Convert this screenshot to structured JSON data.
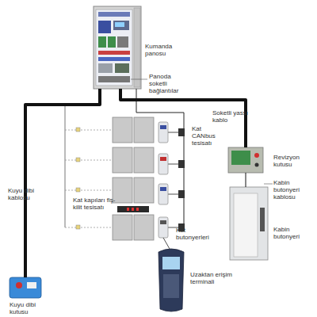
{
  "diagram": {
    "nodes": [
      {
        "text": [
          "Kumanda panosu"
        ]
      },
      {
        "text": [
          "Revizyon kutusu"
        ]
      },
      {
        "text": [
          "Kabin butonyeri"
        ]
      },
      {
        "text": [
          "Uzaktan erişim terminali"
        ]
      },
      {
        "text": [
          "Kuyu dibi kutusu"
        ]
      }
    ],
    "edges": [
      {
        "from": 0,
        "to": 4,
        "arrow": "none"
      },
      {
        "from": 0,
        "to": 1,
        "arrow": "none"
      },
      {
        "from": 1,
        "to": 2,
        "arrow": "none"
      }
    ],
    "labels": [
      "Panoda soketli bağlantılar",
      "Kuyu dibi kablosu",
      "Soketli yassı kablo",
      "Kat CANbus tesisatı",
      "Kabin butonyeri kablosu",
      "Kat kapıları fiş-kilit tesisatı",
      "Kat butonyerleri"
    ]
  }
}
